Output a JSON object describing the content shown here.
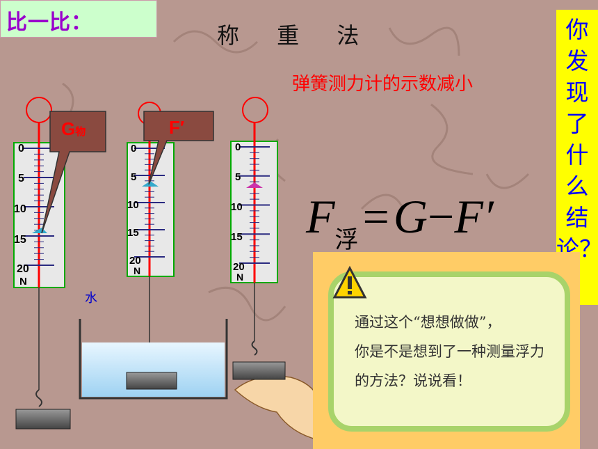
{
  "badge": {
    "label": "比一比："
  },
  "slide": {
    "title": "称  重  法",
    "subtitle": "弹簧测力计的示数减小",
    "water_label": "水"
  },
  "question": {
    "text": "你发现了什么结论？"
  },
  "formula": {
    "left": "F",
    "left_sub": "浮",
    "equals": "=",
    "g": "G",
    "minus": "−",
    "fprime": "F′"
  },
  "labels": {
    "g_obj": "G",
    "g_obj_sub": "物",
    "f_prime": "F′"
  },
  "scales": {
    "tick_labels": [
      "0",
      "5",
      "10",
      "15",
      "20"
    ],
    "unit": "N",
    "readings": [
      14.8,
      6.3,
      6.3
    ]
  },
  "callout": {
    "line1": "通过这个“想想做做”，",
    "line2": "你是不是想到了一种测量浮力",
    "line3": "的方法？说说看！"
  },
  "colors": {
    "badge_bg": "#ccffcc",
    "badge_text": "#9900cc",
    "subtitle": "#ff0000",
    "question_bg": "#ffff00",
    "question_text": "#0000ff",
    "scale_frame": "#00aa00"
  }
}
